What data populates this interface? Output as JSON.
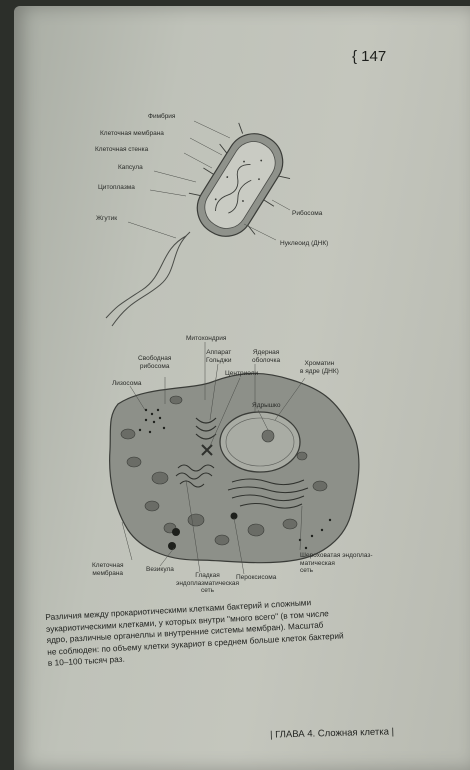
{
  "page_number": "{ 147",
  "prokaryote_labels": {
    "fimbria": "Фимбрия",
    "cell_membrane": "Клеточная мембрана",
    "cell_wall": "Клеточная стенка",
    "capsule": "Капсула",
    "cytoplasm": "Цитоплазма",
    "flagellum": "Жгутик",
    "ribosome": "Рибосома",
    "nucleoid": "Нуклеоид (ДНК)"
  },
  "eukaryote_labels": {
    "mitochondrion": "Митохондрия",
    "golgi_1": "Аппарат",
    "golgi_2": "Гольджи",
    "free_ribosome_1": "Свободная",
    "free_ribosome_2": "рибосома",
    "nuclear_envelope_1": "Ядерная",
    "nuclear_envelope_2": "оболочка",
    "chromatin_1": "Хроматин",
    "chromatin_2": "в ядре (ДНК)",
    "centrioles": "Центриоли",
    "lysosome": "Лизосома",
    "nucleolus": "Ядрышко",
    "cell_membrane_1": "Клеточная",
    "cell_membrane_2": "мембрана",
    "vesicle": "Везикула",
    "smooth_er_1": "Гладкая",
    "smooth_er_2": "эндоплазматическая",
    "smooth_er_3": "сеть",
    "peroxisome": "Пероксисома",
    "rough_er_1": "Шероховатая эндоплаз-",
    "rough_er_2": "матическая",
    "rough_er_3": "сеть"
  },
  "caption_lines": [
    "Различия между прокариотическими клетками бактерий и сложными",
    "эукариотическими клетками, у которых внутри \"много всего\" (в том числе",
    "ядро, различные органеллы и внутренние системы мембран). Масштаб",
    "не соблюден: по объему клетки эукариот в среднем больше клеток бактерий",
    "в 10–100 тысяч раз."
  ],
  "footer": "| ГЛАВА 4. Сложная клетка |"
}
